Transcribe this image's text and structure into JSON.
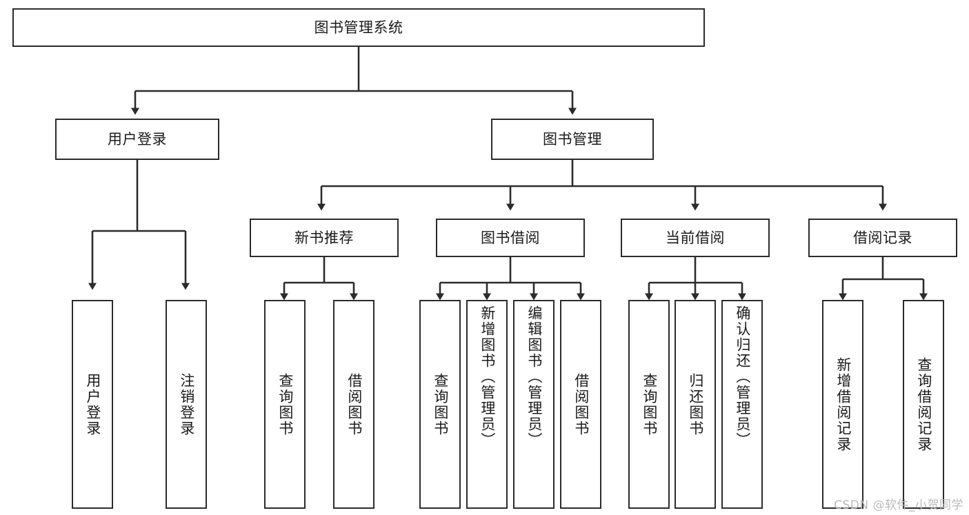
{
  "diagram": {
    "type": "tree-hierarchy",
    "title": "图书管理系统",
    "orientation": "top-down",
    "root": {
      "id": "root",
      "label": "图书管理系统"
    },
    "level2": [
      {
        "id": "user-login",
        "label": "用户登录"
      },
      {
        "id": "book-manage",
        "label": "图书管理"
      }
    ],
    "level3": [
      {
        "id": "new-book-recommend",
        "label": "新书推荐",
        "parent": "book-manage"
      },
      {
        "id": "book-borrow",
        "label": "图书借阅",
        "parent": "book-manage"
      },
      {
        "id": "current-borrow",
        "label": "当前借阅",
        "parent": "book-manage"
      },
      {
        "id": "borrow-record",
        "label": "借阅记录",
        "parent": "book-manage"
      }
    ],
    "leaves": [
      {
        "id": "leaf-user-login",
        "label": "用户登录",
        "parent": "user-login"
      },
      {
        "id": "leaf-user-logout",
        "label": "注销登录",
        "parent": "user-login"
      },
      {
        "id": "leaf-query-book-1",
        "label": "查询图书",
        "parent": "new-book-recommend"
      },
      {
        "id": "leaf-borrow-book-1",
        "label": "借阅图书",
        "parent": "new-book-recommend"
      },
      {
        "id": "leaf-query-book-2",
        "label": "查询图书",
        "parent": "book-borrow"
      },
      {
        "id": "leaf-add-book",
        "label": "新增图书（管理员）",
        "parent": "book-borrow"
      },
      {
        "id": "leaf-edit-book",
        "label": "编辑图书（管理员）",
        "parent": "book-borrow"
      },
      {
        "id": "leaf-borrow-book-2",
        "label": "借阅图书",
        "parent": "book-borrow"
      },
      {
        "id": "leaf-query-book-3",
        "label": "查询图书",
        "parent": "current-borrow"
      },
      {
        "id": "leaf-return-book",
        "label": "归还图书",
        "parent": "current-borrow"
      },
      {
        "id": "leaf-confirm-return",
        "label": "确认归还（管理员）",
        "parent": "current-borrow"
      },
      {
        "id": "leaf-add-record",
        "label": "新增借阅记录",
        "parent": "borrow-record"
      },
      {
        "id": "leaf-query-record",
        "label": "查询借阅记录",
        "parent": "borrow-record"
      }
    ],
    "colors": {
      "stroke": "#2b2b2b",
      "fill": "#ffffff",
      "text": "#1a1a1a",
      "watermark": "#b9b9b9"
    }
  },
  "watermark": {
    "text": "CSDN @软件_小贺同学"
  }
}
